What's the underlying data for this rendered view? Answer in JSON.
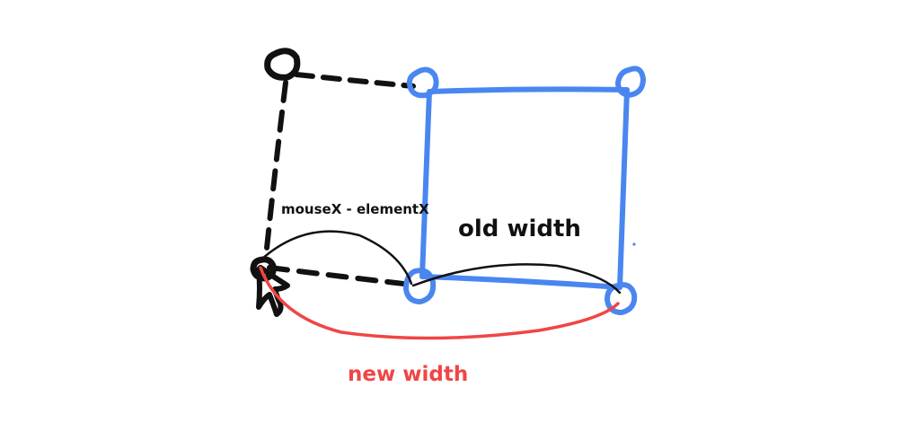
{
  "labels": {
    "mouse_minus_element": "mouseX - elementX",
    "old_width": "old width",
    "new_width": "new width"
  },
  "colors": {
    "element_outline": "#4a86f0",
    "ghost_outline": "#111111",
    "new_width_arc": "#f04545",
    "background": "#ffffff"
  }
}
